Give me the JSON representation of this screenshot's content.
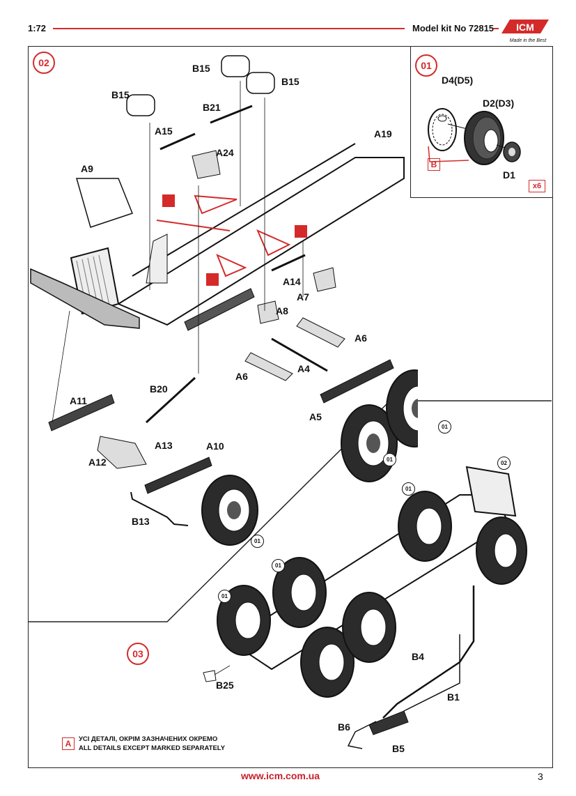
{
  "header": {
    "scale": "1:72",
    "kit_label": "Model kit No 72815",
    "logo_text": "ICM",
    "logo_tagline": "Made in the Best"
  },
  "steps": {
    "step1": "01",
    "step2": "02",
    "step3": "03"
  },
  "step1_parts": {
    "d4": "D4(D5)",
    "d2": "D2(D3)",
    "d1": "D1",
    "b": "B",
    "qty": "x6"
  },
  "step2_parts": {
    "b15a": "B15",
    "b15b": "B15",
    "b15c": "B15",
    "b21": "B21",
    "a15": "A15",
    "a24": "A24",
    "a19": "A19",
    "a9": "A9",
    "a14": "A14",
    "a7": "A7",
    "a8": "A8",
    "a6a": "A6",
    "a6b": "A6",
    "a4": "A4",
    "a5": "A5",
    "b20": "B20",
    "a11": "A11",
    "a13": "A13",
    "a10": "A10",
    "a12": "A12",
    "b13": "B13",
    "ref": "01"
  },
  "step3_parts": {
    "b4": "B4",
    "b1": "B1",
    "b6": "B6",
    "b5": "B5",
    "b25": "B25",
    "ref01": "01",
    "ref02": "02"
  },
  "note": {
    "box_letter": "A",
    "line_ua": "УСІ ДЕТАЛІ, ОКРІМ ЗАЗНАЧЕНИХ ОКРЕМО",
    "line_en": "ALL DETAILS EXCEPT MARKED SEPARATELY"
  },
  "footer": {
    "url": "www.icm.com.ua",
    "page": "3"
  },
  "colors": {
    "accent": "#d42a2a",
    "ink": "#111111"
  }
}
